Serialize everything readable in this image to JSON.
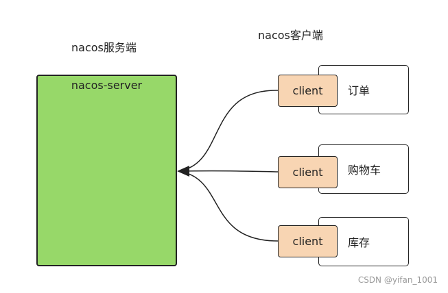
{
  "server": {
    "section_label": "nacos服务端",
    "box_title": "nacos-server"
  },
  "clients": {
    "section_label": "nacos客户端",
    "items": [
      {
        "client_label": "client",
        "service": "订单"
      },
      {
        "client_label": "client",
        "service": "购物车"
      },
      {
        "client_label": "client",
        "service": "库存"
      }
    ]
  },
  "colors": {
    "server_fill": "#97d869",
    "client_fill": "#f8d5b3",
    "line": "#222222"
  },
  "watermark": "CSDN @yifan_1001"
}
